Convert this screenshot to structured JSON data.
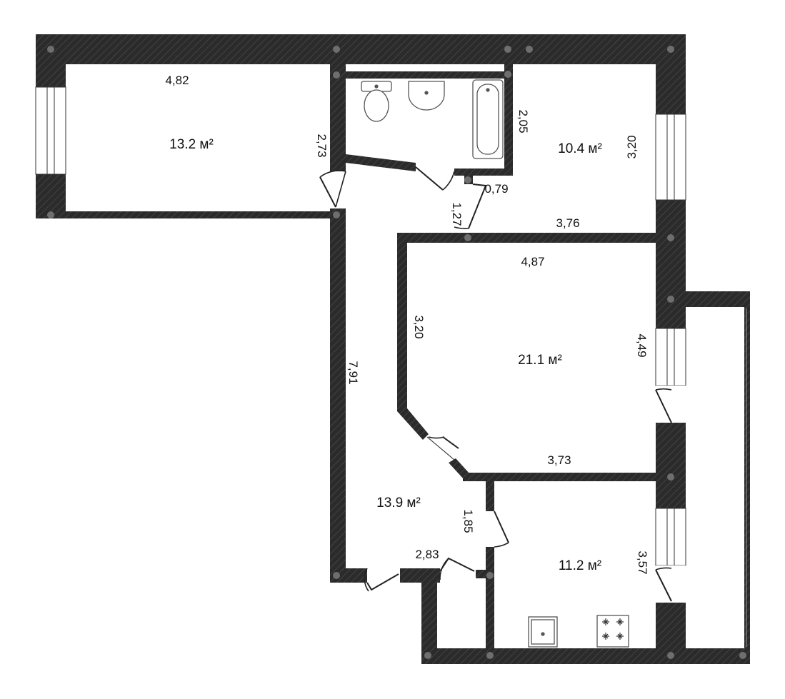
{
  "areas": {
    "room_top_left": "13.2 м²",
    "room_top_right": "10.4 м²",
    "living_room": "21.1 м²",
    "hallway": "13.9 м²",
    "kitchen": "11.2 м²"
  },
  "dimensions": {
    "d_4_82": "4,82",
    "d_2_73": "2,73",
    "d_2_05": "2,05",
    "d_3_20_right": "3,20",
    "d_0_79": "0,79",
    "d_1_27": "1,27",
    "d_3_76": "3,76",
    "d_4_87": "4,87",
    "d_3_20_left": "3,20",
    "d_4_49": "4,49",
    "d_7_91": "7,91",
    "d_3_73": "3,73",
    "d_1_85": "1,85",
    "d_2_83": "2,83",
    "d_3_57": "3,57"
  },
  "colors": {
    "wall": "#2b2b2b",
    "fixture_stroke": "#555555",
    "joint": "#6e6e6e"
  }
}
